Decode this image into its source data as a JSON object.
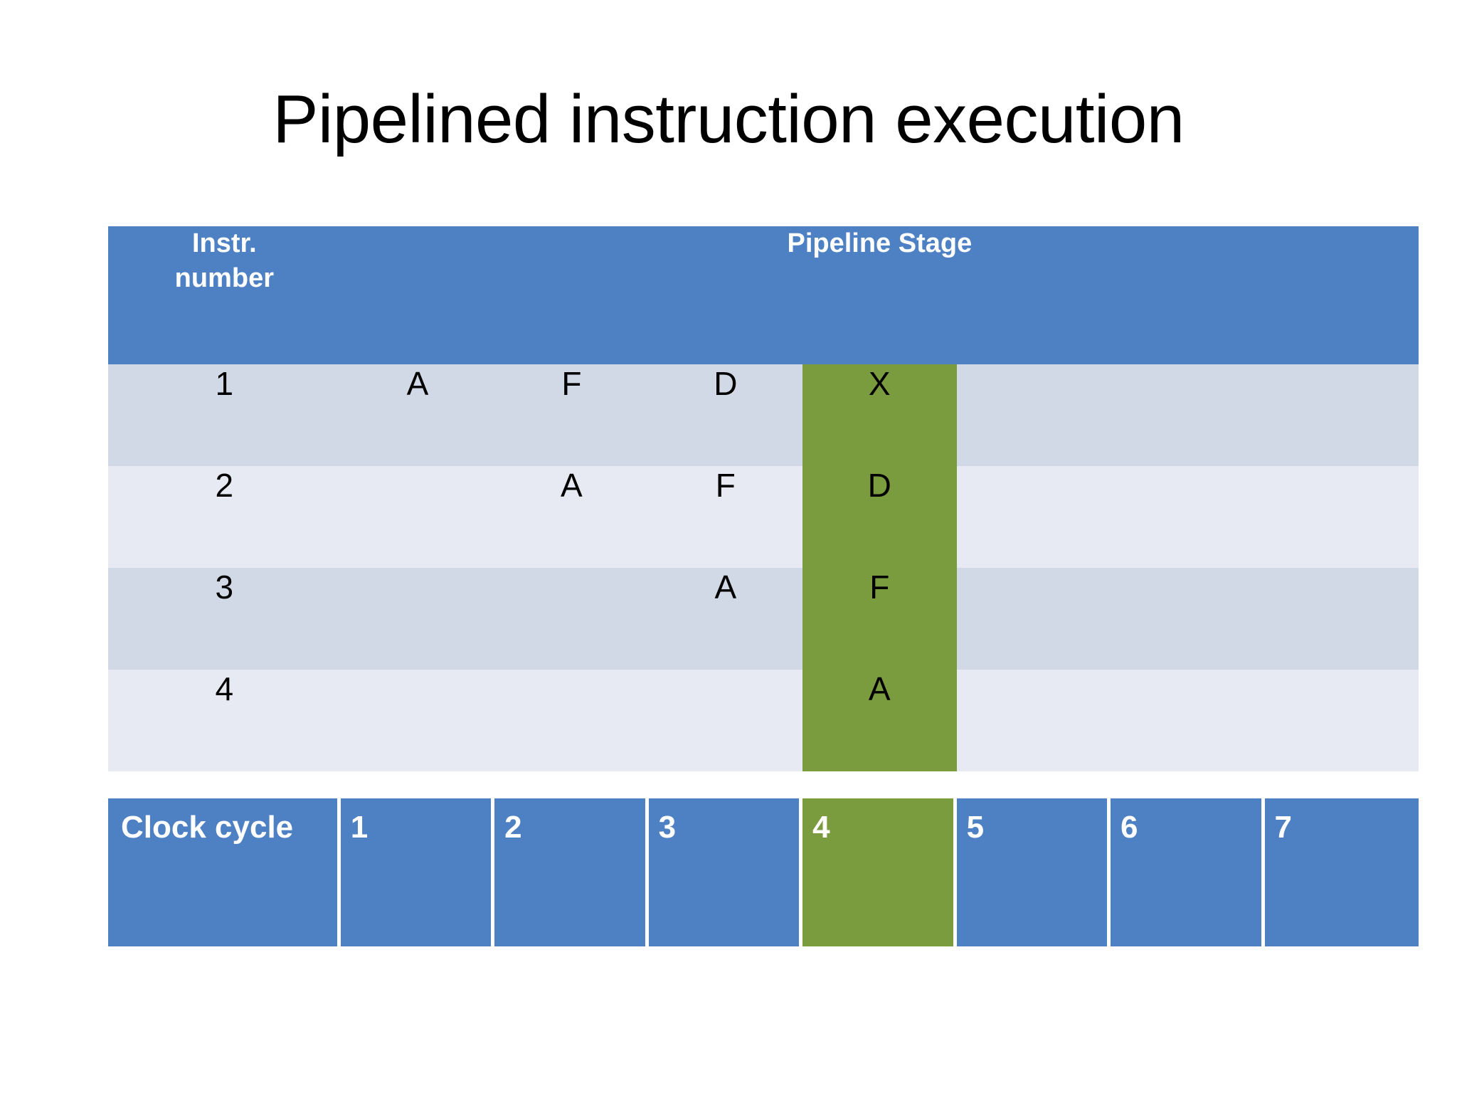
{
  "slide": {
    "title": "Pipelined instruction execution"
  },
  "colors": {
    "header_blue": "#4E81C3",
    "highlight_green": "#7B9B3F",
    "row_odd": "#D1D9E7",
    "row_even": "#E8EAF3",
    "text_dark": "#000000",
    "text_light": "#FFFFFF"
  },
  "pipeline_table": {
    "header": {
      "instr_label": "Instr. number",
      "instr_label_line1": "Instr.",
      "instr_label_line2": "number",
      "stage_label": "Pipeline Stage",
      "stage_colspan": 7
    },
    "highlight_column_index": 4,
    "rows": [
      {
        "instr": "1",
        "stages": [
          "A",
          "F",
          "D",
          "X",
          "",
          "",
          ""
        ]
      },
      {
        "instr": "2",
        "stages": [
          "",
          "A",
          "F",
          "D",
          "",
          "",
          ""
        ]
      },
      {
        "instr": "3",
        "stages": [
          "",
          "",
          "A",
          "F",
          "",
          "",
          ""
        ]
      },
      {
        "instr": "4",
        "stages": [
          "",
          "",
          "",
          "A",
          "",
          "",
          ""
        ]
      }
    ]
  },
  "clock_table": {
    "label": "Clock cycle",
    "cycles": [
      "1",
      "2",
      "3",
      "4",
      "5",
      "6",
      "7"
    ],
    "highlight_cycle": "4"
  }
}
